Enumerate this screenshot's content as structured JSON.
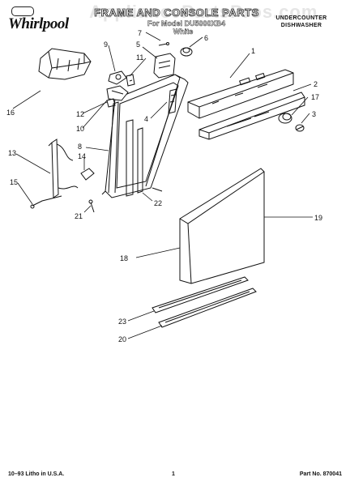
{
  "header": {
    "brand": "Whirlpool",
    "brand_badge": "",
    "title": "FRAME AND CONSOLE PARTS",
    "subtitle": "For Model DU5000XB4",
    "subtitle_color": "White",
    "product_line1": "UNDERCOUNTER",
    "product_line2": "DISHWASHER",
    "watermark": "AppliancePartsPros.com"
  },
  "callouts": [
    "1",
    "2",
    "3",
    "4",
    "5",
    "6",
    "7",
    "8",
    "9",
    "10",
    "11",
    "12",
    "13",
    "14",
    "15",
    "16",
    "17",
    "18",
    "19",
    "20",
    "21",
    "22",
    "23"
  ],
  "footer": {
    "print_info": "10–93 Litho in U.S.A.",
    "page_number": "1",
    "part_no": "Part No. 870041"
  },
  "colors": {
    "ink": "#111111",
    "paper": "#ffffff"
  }
}
